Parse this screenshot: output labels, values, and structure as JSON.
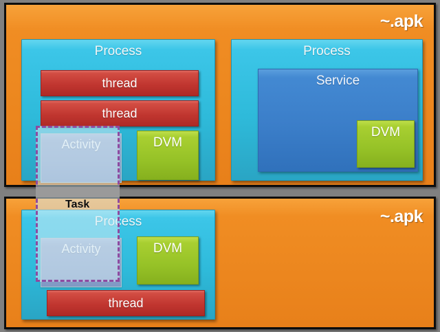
{
  "diagram": {
    "title": "Android APK / Process / Task structure",
    "background_color": "#808080",
    "colors": {
      "apk": "#f08d23",
      "process": "#2ebada",
      "thread": "#c0352f",
      "dvm": "#96c227",
      "service": "#3b7ec9",
      "activity": "#8ba2ca",
      "task_border": "#8e4aa0",
      "label_white": "#ffffff",
      "label_black": "#0b0b0b"
    }
  },
  "apk_top": {
    "label": "~.apk",
    "processes": [
      {
        "label": "Process",
        "threads": [
          {
            "label": "thread"
          },
          {
            "label": "thread"
          }
        ],
        "activity": {
          "label": "Activity"
        },
        "dvm": {
          "label": "DVM"
        }
      },
      {
        "label": "Process",
        "service": {
          "label": "Service",
          "dvm": {
            "label": "DVM"
          }
        }
      }
    ]
  },
  "apk_bottom": {
    "label": "~.apk",
    "processes": [
      {
        "label": "Process",
        "activity": {
          "label": "Activity"
        },
        "dvm": {
          "label": "DVM"
        },
        "threads": [
          {
            "label": "thread"
          }
        ]
      }
    ]
  },
  "task": {
    "label": "Task"
  }
}
